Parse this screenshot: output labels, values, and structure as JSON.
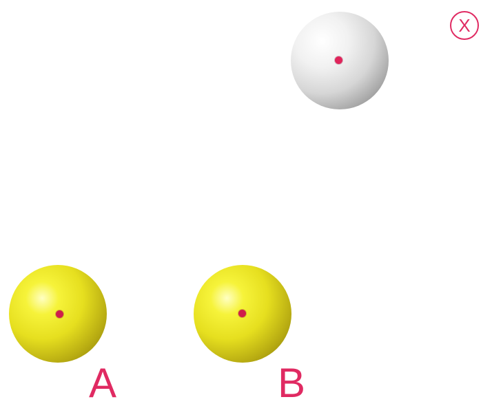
{
  "close": {
    "symbol": "X",
    "icon": "close-icon",
    "color": "#e02a62"
  },
  "balls": [
    {
      "id": "white-ball",
      "color": "white"
    },
    {
      "id": "yellow-ball-a",
      "color": "yellow",
      "label": "A"
    },
    {
      "id": "yellow-ball-b",
      "color": "yellow",
      "label": "B"
    }
  ],
  "labels": {
    "a": "A",
    "b": "B"
  },
  "colors": {
    "accent": "#e02a62",
    "yellow": "#e6df1f",
    "white": "#f0f0f0"
  }
}
